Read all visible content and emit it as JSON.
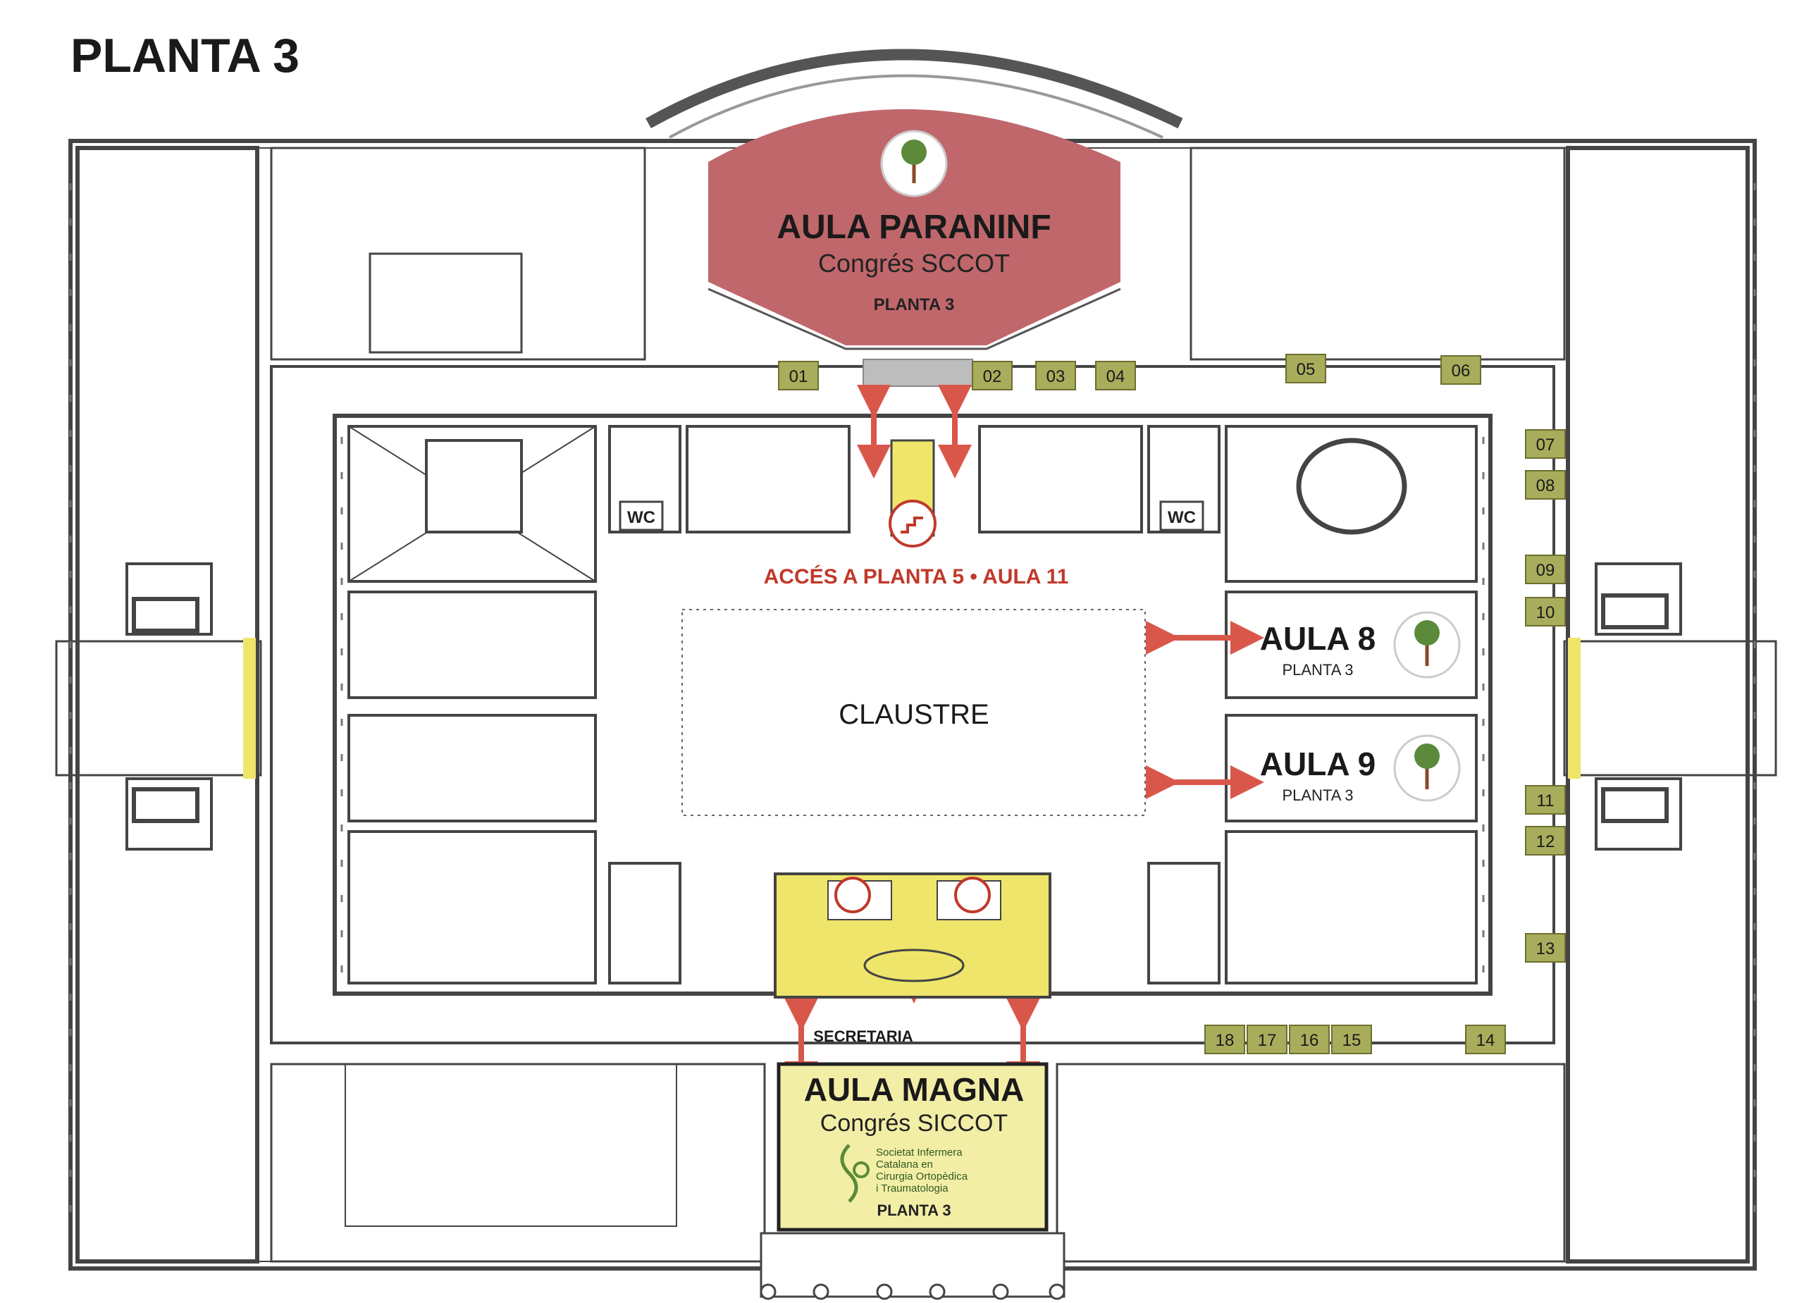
{
  "title": "PLANTA 3",
  "rooms": {
    "paraninf": {
      "name": "AULA PARANINF",
      "event": "Congrés SCCOT",
      "floor": "PLANTA 3"
    },
    "magna": {
      "name": "AULA MAGNA",
      "event": "Congrés SICCOT",
      "floor": "PLANTA 3",
      "logo_text": [
        "Societat Infermera",
        "Catalana en",
        "Cirurgia Ortopèdica",
        "i Traumatologia"
      ]
    },
    "aula8": {
      "name": "AULA 8",
      "floor": "PLANTA 3"
    },
    "aula9": {
      "name": "AULA 9",
      "floor": "PLANTA 3"
    },
    "claustre": "CLAUSTRE",
    "secretaria": "SECRETARIA",
    "access": "ACCÉS A PLANTA 5 • AULA 11",
    "wc_left": "WC",
    "wc_right": "WC"
  },
  "booths": [
    "01",
    "02",
    "03",
    "04",
    "05",
    "06",
    "07",
    "08",
    "09",
    "10",
    "11",
    "12",
    "13",
    "14",
    "15",
    "16",
    "17",
    "18"
  ],
  "colors": {
    "paraninf_fill": "#c0676b",
    "magna_fill": "#f3eea6",
    "booth_fill": "#a8ad5c",
    "arrow": "#d9574a",
    "access_text": "#c0392b",
    "stair_yellow": "#efe56a",
    "wall": "#444444",
    "logo_green": "#5a8a3a"
  },
  "icons": [
    "stairs-icon",
    "double-arrow-icon",
    "sccot-logo-icon",
    "siccot-logo-icon"
  ]
}
